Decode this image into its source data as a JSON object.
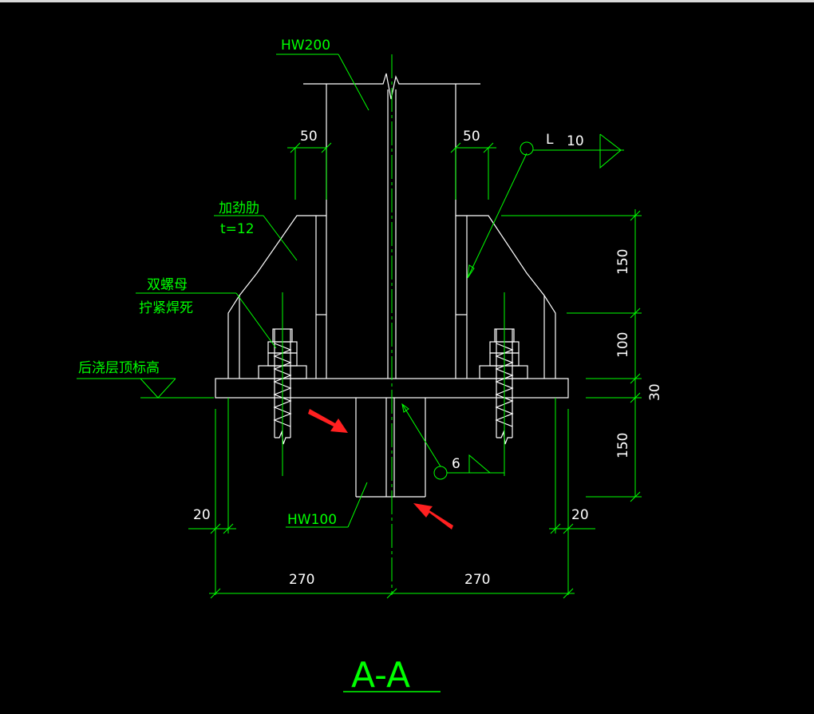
{
  "drawing": {
    "title": "A-A",
    "labels": {
      "column_section": "HW200",
      "stub_section": "HW100",
      "stiffener_line1": "加劲肋",
      "stiffener_line2": "t=12",
      "nut_line1": "双螺母",
      "nut_line2": "拧紧焊死",
      "elevation": "后浇层顶标高"
    },
    "weld_symbols": {
      "top_weld_size": "10",
      "top_weld_type": "L",
      "bottom_weld_size": "6"
    },
    "dimensions": {
      "left_edge_offset": "50",
      "right_edge_offset": "50",
      "stiffener_height": "150",
      "bolt_height": "100",
      "plate_thickness": "30",
      "stub_depth": "150",
      "left_bolt_edge": "20",
      "right_bolt_edge": "20",
      "left_half_width": "270",
      "right_half_width": "270"
    },
    "colors": {
      "background": "#000000",
      "linework": "#ffffff",
      "annotation": "#00ff00",
      "markup_arrow": "#ff2020"
    }
  }
}
